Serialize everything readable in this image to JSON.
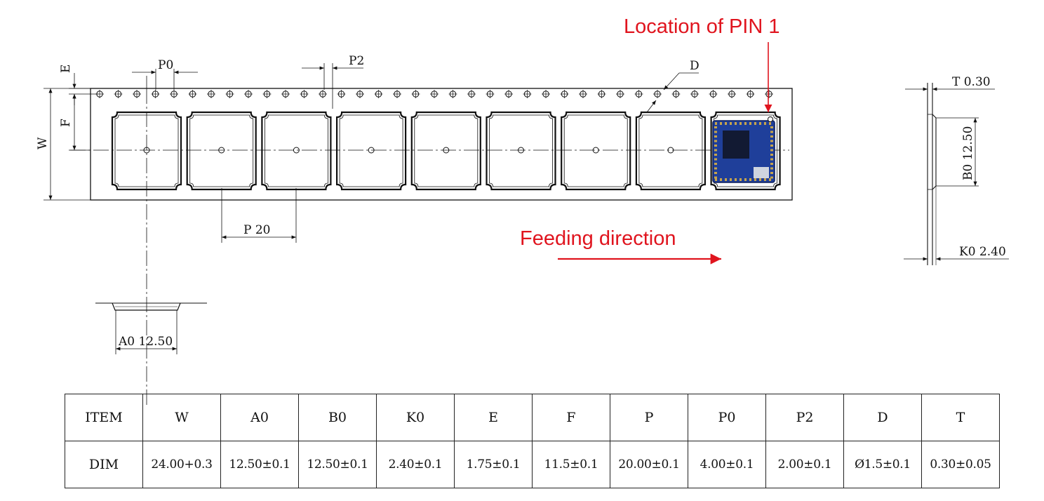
{
  "annotations": {
    "pin1_label": "Location of PIN 1",
    "feeding_label": "Feeding direction"
  },
  "dimensions": {
    "p0": "P0",
    "p2": "P2",
    "d": "D",
    "e": "E",
    "f": "F",
    "w": "W",
    "pitch": "P 20",
    "a0": "A0 12.50",
    "t": "T 0.30",
    "b0": "B0 12.50",
    "k0": "K0 2.40"
  },
  "table": {
    "header_label": "ITEM",
    "row_label": "DIM",
    "items": [
      "W",
      "A0",
      "B0",
      "K0",
      "E",
      "F",
      "P",
      "P0",
      "P2",
      "D",
      "T"
    ],
    "values": [
      "24.00+0.3",
      "12.50±0.1",
      "12.50±0.1",
      "2.40±0.1",
      "1.75±0.1",
      "11.5±0.1",
      "20.00±0.1",
      "4.00±0.1",
      "2.00±0.1",
      "Ø1.5±0.1",
      "0.30±0.05"
    ]
  },
  "colors": {
    "annotation": "#e0141e",
    "line": "#111111",
    "module_pcb": "#1f3f9a"
  }
}
